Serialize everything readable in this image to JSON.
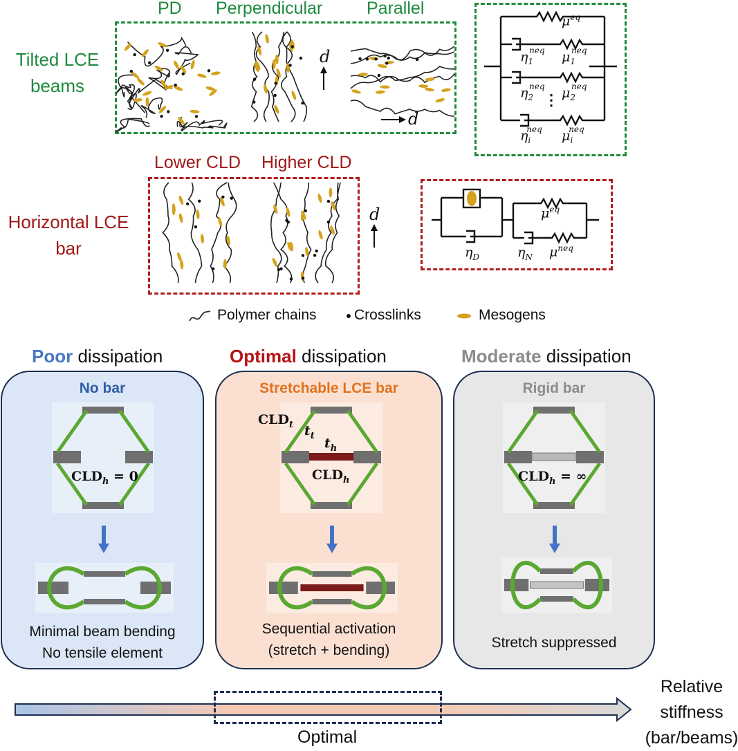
{
  "tilted": {
    "row_label": [
      "Tilted LCE",
      "beams"
    ],
    "labels": [
      "PD",
      "Perpendicular",
      "Parallel"
    ],
    "d_symbol": "d"
  },
  "horizontal": {
    "row_label": [
      "Horizontal LCE",
      "bar"
    ],
    "labels": [
      "Lower CLD",
      "Higher CLD"
    ],
    "d_symbol": "d"
  },
  "model_tilted": {
    "mu_eq": "μ",
    "mu_eq_sup": "eq",
    "branches": [
      {
        "eta": "η",
        "eta_sub": "1",
        "eta_sup": "neq",
        "mu": "μ",
        "mu_sub": "1",
        "mu_sup": "neq"
      },
      {
        "eta": "η",
        "eta_sub": "2",
        "eta_sup": "neq",
        "mu": "μ",
        "mu_sub": "2",
        "mu_sup": "neq"
      },
      {
        "eta": "η",
        "eta_sub": "i",
        "eta_sup": "neq",
        "mu": "μ",
        "mu_sub": "i",
        "mu_sup": "neq"
      }
    ],
    "dots": "⋮"
  },
  "model_bar": {
    "mu_eq": "μ",
    "mu_eq_sup": "eq",
    "eta_d": "η",
    "eta_d_sub": "D",
    "eta_n": "η",
    "eta_n_sub": "N",
    "mu_neq": "μ",
    "mu_neq_sup": "neq"
  },
  "legend": {
    "items": [
      "Polymer chains",
      "Crosslinks",
      "Mesogens"
    ]
  },
  "columns": [
    {
      "head_word": "Poor",
      "head_rest": " dissipation",
      "head_color": "#4a78c2",
      "title": "No bar",
      "title_color": "#2f5ea8",
      "panel_bg": "#dbe6f6",
      "cld": "CLD",
      "cld_sub": "h",
      "cld_rest": " = 0",
      "caption": [
        "Minimal beam bending",
        "No tensile element"
      ]
    },
    {
      "head_word": "Optimal",
      "head_rest": " dissipation",
      "head_color": "#b81414",
      "title": "Stretchable LCE bar",
      "title_color": "#e0731f",
      "panel_bg": "#fbe0d2",
      "labels": {
        "cld_t": "CLD",
        "cld_t_sub": "t",
        "t_t": "t",
        "t_t_sub": "t",
        "t_h": "t",
        "t_h_sub": "h",
        "cld_h": "CLD",
        "cld_h_sub": "h"
      },
      "caption": [
        "Sequential activation",
        "(stretch + bending)"
      ]
    },
    {
      "head_word": "Moderate",
      "head_rest": " dissipation",
      "head_color": "#8c8c8c",
      "title": "Rigid bar",
      "title_color": "#8c8c8c",
      "panel_bg": "#e7e7e7",
      "cld": "CLD",
      "cld_sub": "h",
      "cld_rest": " = ∞",
      "caption": [
        "Stretch suppressed"
      ]
    }
  ],
  "axis": {
    "label": [
      "Relative",
      "stiffness",
      "(bar/beams)"
    ],
    "optimal_label": "Optimal"
  },
  "colors": {
    "green": "#1f8a3e",
    "red": "#b01c1c",
    "beam_green": "#5aa832",
    "bar_red": "#7a1a1a",
    "metal": "#6f6f6f",
    "arrow_blue": "#4472c4"
  }
}
